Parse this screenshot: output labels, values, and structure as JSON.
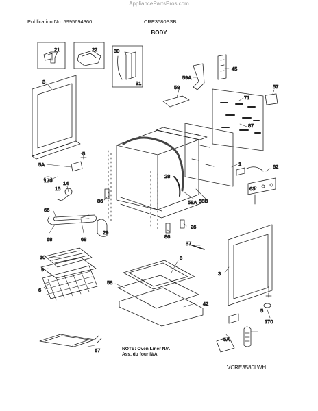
{
  "watermark": "AppliancePartsPros.com",
  "publication": "Publication No: 5995694360",
  "model": "CRE3580SSB",
  "title": "BODY",
  "note": "NOTE: Oven Liner N/A\nAss. du four N/A",
  "diagram_id": "VCRE3580LWH",
  "callouts": [
    "21",
    "22",
    "30",
    "31",
    "45",
    "59A",
    "59",
    "71",
    "57",
    "87",
    "3",
    "5",
    "5A",
    "1",
    "62",
    "170",
    "14",
    "15",
    "63",
    "66",
    "86",
    "58A",
    "58B",
    "28",
    "26",
    "68",
    "68",
    "29",
    "37",
    "10",
    "9",
    "8",
    "6",
    "58",
    "42",
    "3",
    "5",
    "170",
    "5A",
    "67",
    "86"
  ]
}
